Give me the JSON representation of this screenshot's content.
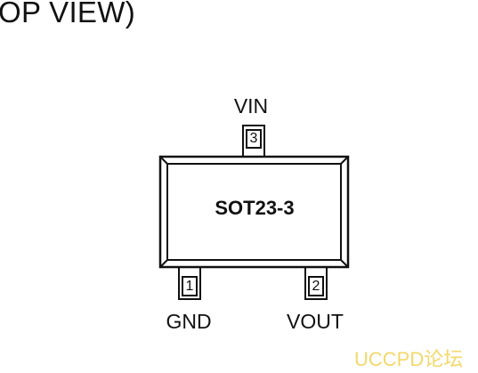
{
  "diagram": {
    "title": "OP VIEW)",
    "package_name": "SOT23-3",
    "pins": [
      {
        "number": "3",
        "name": "VIN"
      },
      {
        "number": "1",
        "name": "GND"
      },
      {
        "number": "2",
        "name": "VOUT"
      }
    ]
  },
  "watermark": "UCCPD论坛"
}
